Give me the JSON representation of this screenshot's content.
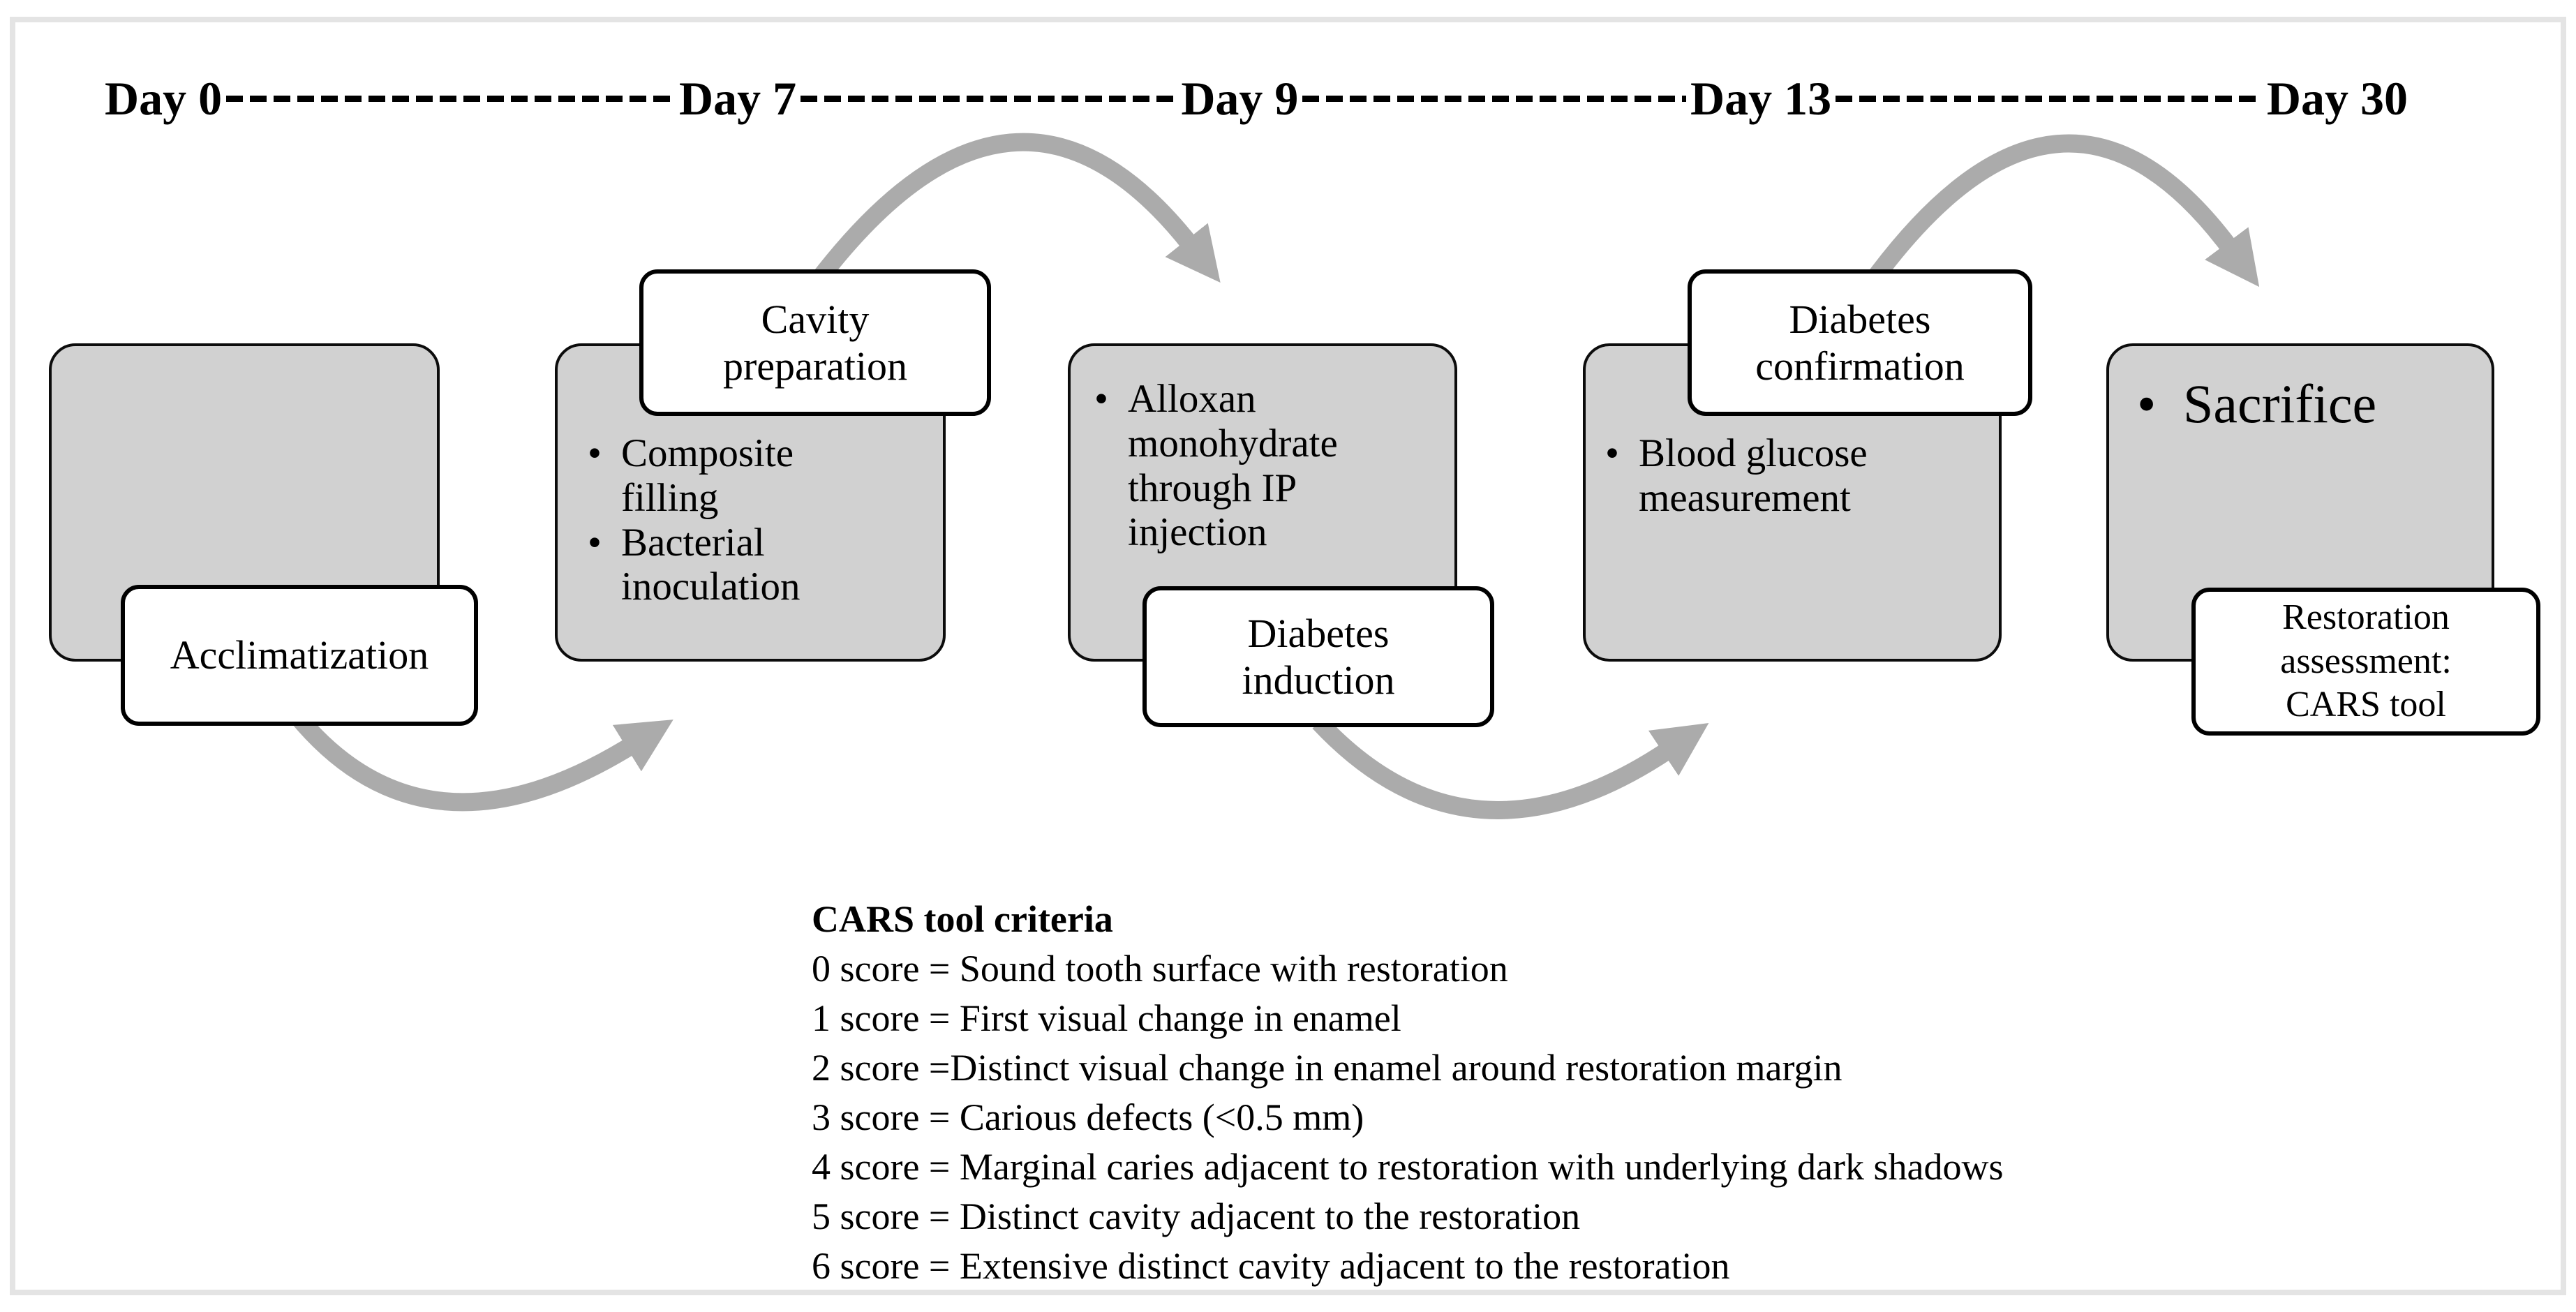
{
  "timeline": {
    "days": [
      "Day 0",
      "Day 7",
      "Day 9",
      "Day 13",
      "Day 30"
    ]
  },
  "bullet_char": "•",
  "groups": [
    {
      "label": "Acclimatization",
      "bullets": []
    },
    {
      "label": "Cavity\npreparation",
      "bullets": [
        "Composite\nfilling",
        "Bacterial\ninoculation"
      ]
    },
    {
      "label": "Diabetes\ninduction",
      "bullets": [
        "Alloxan\nmonohydrate\nthrough IP\ninjection"
      ]
    },
    {
      "label": "Diabetes\nconfirmation",
      "bullets": [
        "Blood glucose\nmeasurement"
      ]
    },
    {
      "label": "Restoration\nassessment:\nCARS tool",
      "bullets": [
        "Sacrifice"
      ]
    }
  ],
  "criteria": {
    "title": "CARS tool criteria",
    "lines": [
      "0 score = Sound tooth surface with restoration",
      "1 score = First visual change in enamel",
      "2 score =Distinct visual change in enamel around restoration margin",
      "3 score = Carious defects (<0.5 mm)",
      "4 score = Marginal caries adjacent to restoration with underlying dark shadows",
      "5 score = Distinct cavity adjacent to the restoration",
      "6 score = Extensive distinct cavity adjacent to the restoration"
    ]
  },
  "colors": {
    "box_fill": "#d1d1d1",
    "box_border": "#000000",
    "arrow": "#ababab",
    "frame": "#e4e4e4",
    "text": "#000000"
  }
}
